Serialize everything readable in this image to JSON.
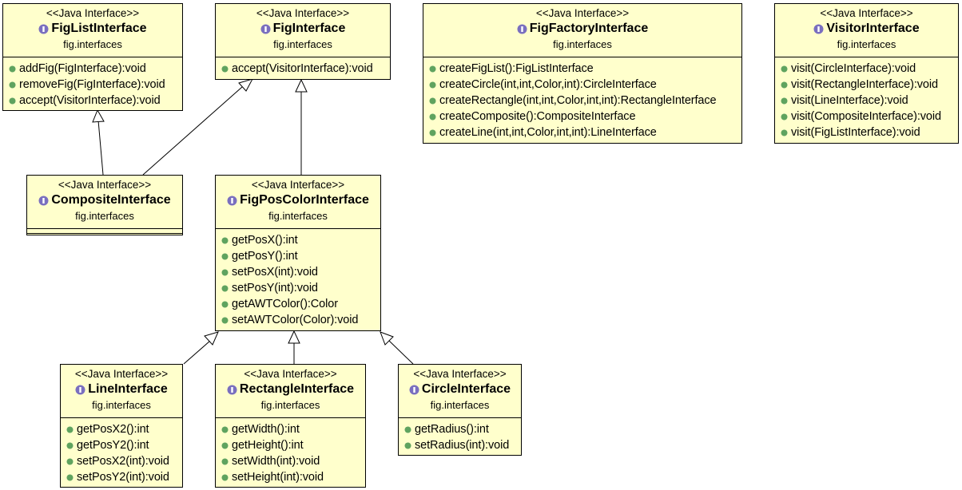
{
  "diagram": {
    "colors": {
      "box_fill": "#ffffcc",
      "border": "#000000",
      "icon": "#7a6fbf",
      "method_dot": "#5fa35f"
    },
    "classes": {
      "figlist": {
        "stereotype": "<<Java Interface>>",
        "name": "FigListInterface",
        "package": "fig.interfaces",
        "methods": [
          "addFig(FigInterface):void",
          "removeFig(FigInterface):void",
          "accept(VisitorInterface):void"
        ]
      },
      "fig": {
        "stereotype": "<<Java Interface>>",
        "name": "FigInterface",
        "package": "fig.interfaces",
        "methods": [
          "accept(VisitorInterface):void"
        ]
      },
      "figfactory": {
        "stereotype": "<<Java Interface>>",
        "name": "FigFactoryInterface",
        "package": "fig.interfaces",
        "methods": [
          "createFigList():FigListInterface",
          "createCircle(int,int,Color,int):CircleInterface",
          "createRectangle(int,int,Color,int,int):RectangleInterface",
          "createComposite():CompositeInterface",
          "createLine(int,int,Color,int,int):LineInterface"
        ]
      },
      "visitor": {
        "stereotype": "<<Java Interface>>",
        "name": "VisitorInterface",
        "package": "fig.interfaces",
        "methods": [
          "visit(CircleInterface):void",
          "visit(RectangleInterface):void",
          "visit(LineInterface):void",
          "visit(CompositeInterface):void",
          "visit(FigListInterface):void"
        ]
      },
      "composite": {
        "stereotype": "<<Java Interface>>",
        "name": "CompositeInterface",
        "package": "fig.interfaces",
        "methods": []
      },
      "figposcolor": {
        "stereotype": "<<Java Interface>>",
        "name": "FigPosColorInterface",
        "package": "fig.interfaces",
        "methods": [
          "getPosX():int",
          "getPosY():int",
          "setPosX(int):void",
          "setPosY(int):void",
          "getAWTColor():Color",
          "setAWTColor(Color):void"
        ]
      },
      "line": {
        "stereotype": "<<Java Interface>>",
        "name": "LineInterface",
        "package": "fig.interfaces",
        "methods": [
          "getPosX2():int",
          "getPosY2():int",
          "setPosX2(int):void",
          "setPosY2(int):void"
        ]
      },
      "rectangle": {
        "stereotype": "<<Java Interface>>",
        "name": "RectangleInterface",
        "package": "fig.interfaces",
        "methods": [
          "getWidth():int",
          "getHeight():int",
          "setWidth(int):void",
          "setHeight(int):void"
        ]
      },
      "circle": {
        "stereotype": "<<Java Interface>>",
        "name": "CircleInterface",
        "package": "fig.interfaces",
        "methods": [
          "getRadius():int",
          "setRadius(int):void"
        ]
      }
    },
    "relations": [
      {
        "type": "generalization",
        "from": "composite",
        "to": "figlist"
      },
      {
        "type": "generalization",
        "from": "composite",
        "to": "fig"
      },
      {
        "type": "generalization",
        "from": "figposcolor",
        "to": "fig"
      },
      {
        "type": "generalization",
        "from": "line",
        "to": "figposcolor"
      },
      {
        "type": "generalization",
        "from": "rectangle",
        "to": "figposcolor"
      },
      {
        "type": "generalization",
        "from": "circle",
        "to": "figposcolor"
      }
    ]
  }
}
